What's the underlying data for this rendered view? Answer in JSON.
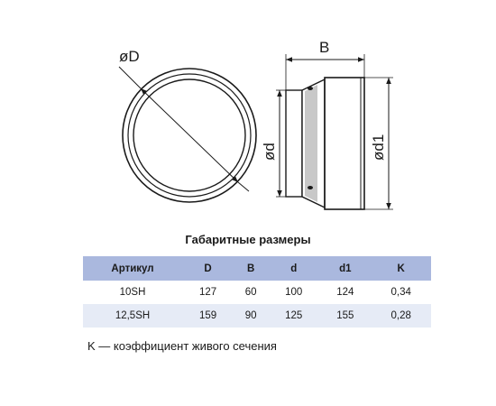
{
  "drawing": {
    "front_label": "øD",
    "side_width_label": "B",
    "side_inner_label": "ød",
    "side_outer_label": "ød1"
  },
  "table": {
    "title": "Габаритные размеры",
    "headers": [
      "Артикул",
      "D",
      "B",
      "d",
      "d1",
      "K"
    ],
    "rows": [
      [
        "10SH",
        "127",
        "60",
        "100",
        "124",
        "0,34"
      ],
      [
        "12,5SH",
        "159",
        "90",
        "125",
        "155",
        "0,28"
      ]
    ]
  },
  "footnote": "K — коэффициент живого сечения",
  "colors": {
    "header_bg": "#aab8de",
    "alt_row_bg": "#e6ebf6",
    "line": "#1a1a1a"
  }
}
